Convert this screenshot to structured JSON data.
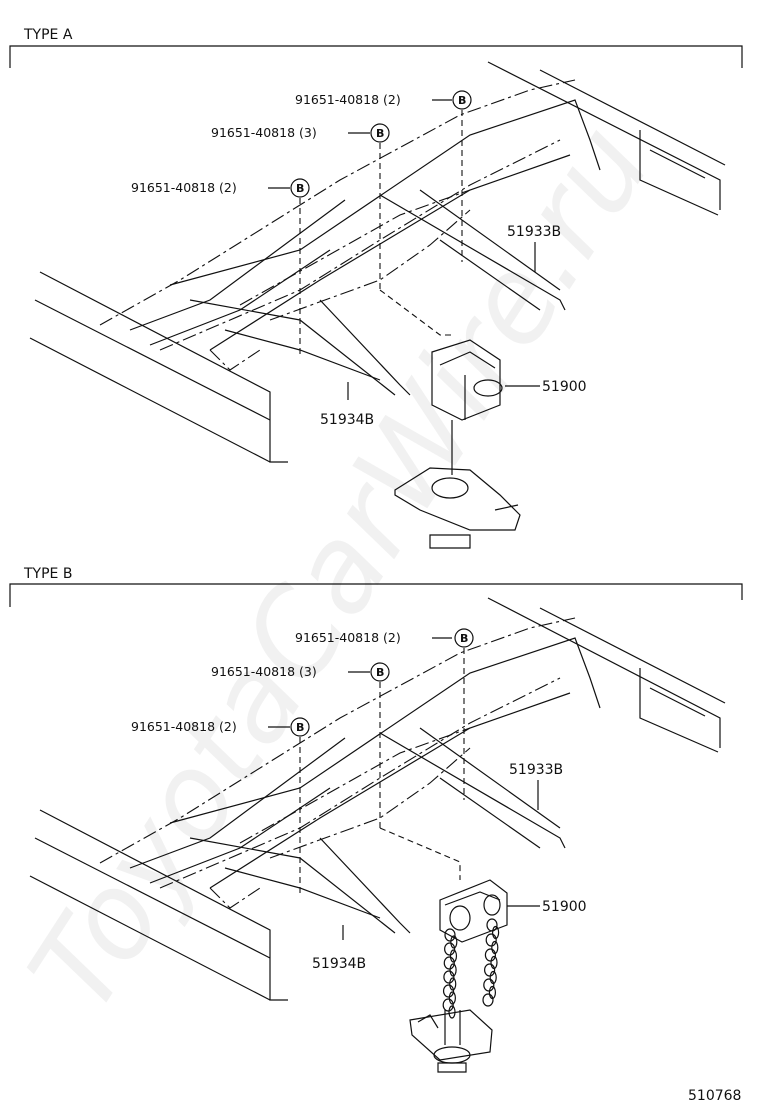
{
  "watermark": "ToyotaCarWire.ru",
  "figure_code": "510768",
  "sections": [
    {
      "title": "TYPE  A",
      "callouts": [
        {
          "part": "91651-40818 (2)",
          "marker": "B"
        },
        {
          "part": "91651-40818 (3)",
          "marker": "B"
        },
        {
          "part": "91651-40818 (2)",
          "marker": "B"
        }
      ],
      "parts": [
        "51933B",
        "51900",
        "51934B"
      ]
    },
    {
      "title": "TYPE  B",
      "callouts": [
        {
          "part": "91651-40818 (2)",
          "marker": "B"
        },
        {
          "part": "91651-40818 (3)",
          "marker": "B"
        },
        {
          "part": "91651-40818 (2)",
          "marker": "B"
        }
      ],
      "parts": [
        "51933B",
        "51900",
        "51934B"
      ]
    }
  ]
}
